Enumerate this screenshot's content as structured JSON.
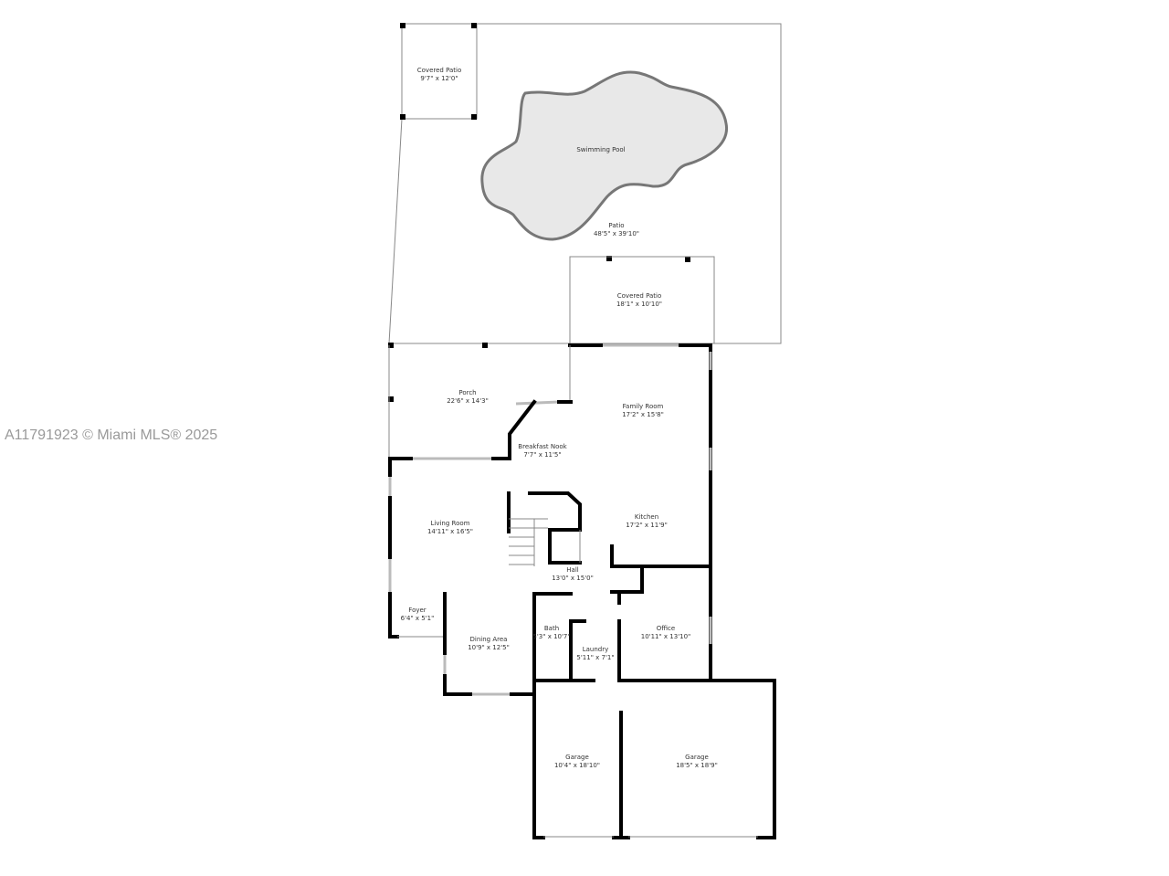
{
  "watermark": "A11791923 © Miami MLS® 2025",
  "rooms": [
    {
      "name": "Covered Patio",
      "dims": "9'7\" x 12'0\""
    },
    {
      "name": "Swimming Pool",
      "dims": ""
    },
    {
      "name": "Patio",
      "dims": "48'5\" x 39'10\""
    },
    {
      "name": "Covered Patio",
      "dims": "18'1\" x 10'10\""
    },
    {
      "name": "Porch",
      "dims": "22'6\" x 14'3\""
    },
    {
      "name": "Family Room",
      "dims": "17'2\" x 15'8\""
    },
    {
      "name": "Breakfast Nook",
      "dims": "7'7\" x 11'5\""
    },
    {
      "name": "Living Room",
      "dims": "14'11\" x 16'5\""
    },
    {
      "name": "Kitchen",
      "dims": "17'2\" x 11'9\""
    },
    {
      "name": "Hall",
      "dims": "13'0\" x 15'0\""
    },
    {
      "name": "Foyer",
      "dims": "6'4\" x 5'1\""
    },
    {
      "name": "Dining Area",
      "dims": "10'9\" x 12'5\""
    },
    {
      "name": "Bath",
      "dims": "5'3\" x 10'7\""
    },
    {
      "name": "Laundry",
      "dims": "5'11\" x 7'1\""
    },
    {
      "name": "Office",
      "dims": "10'11\" x 13'10\""
    },
    {
      "name": "Garage",
      "dims": "10'4\" x 18'10\""
    },
    {
      "name": "Garage",
      "dims": "18'5\" x 18'9\""
    }
  ],
  "colors": {
    "wall": "#000000",
    "pool": "#e8e8e8",
    "watermark": "#9a9a9a"
  }
}
